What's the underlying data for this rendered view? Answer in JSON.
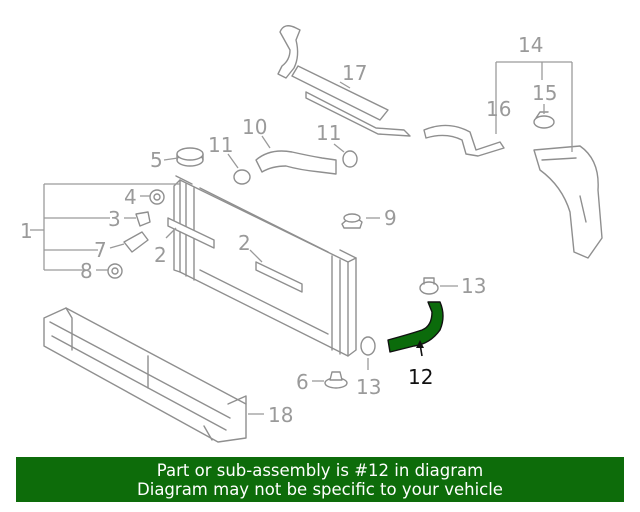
{
  "diagram": {
    "callouts": {
      "c1": "1",
      "c2a": "2",
      "c2b": "2",
      "c3": "3",
      "c4": "4",
      "c5": "5",
      "c6": "6",
      "c7": "7",
      "c8": "8",
      "c9": "9",
      "c10": "10",
      "c11a": "11",
      "c11b": "11",
      "c12": "12",
      "c13a": "13",
      "c13b": "13",
      "c14": "14",
      "c15": "15",
      "c16": "16",
      "c17": "17",
      "c18": "18"
    },
    "highlight_color": "#0b6b0b",
    "highlighted_part": "12"
  },
  "footer": {
    "line1": "Part or sub-assembly is #12 in diagram",
    "line2": "Diagram may not be specific to your vehicle",
    "background": "#0d6c0a"
  }
}
